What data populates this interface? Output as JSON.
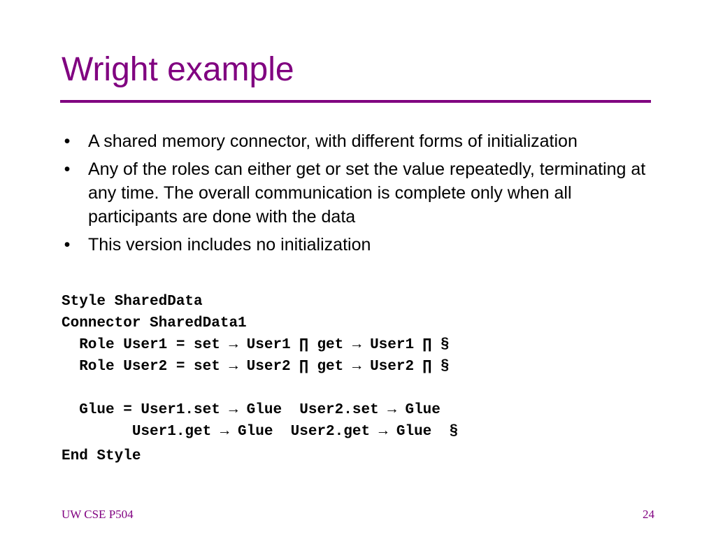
{
  "slide": {
    "title": "Wright example",
    "accent_color": "#800080",
    "bullet_symbol": "•",
    "bullets": [
      "A shared memory connector, with different forms of initialization",
      "Any of the roles can either get or set the value repeatedly, terminating at any time. The overall communication is complete only when all participants are done with the data",
      "This version includes no initialization"
    ],
    "code": [
      "Style SharedData",
      "Connector SharedData1",
      "  Role User1 = set → User1 ∏ get → User1 ∏ §",
      "  Role User2 = set → User2 ∏ get → User2 ∏ §",
      "",
      "  Glue = User1.set → Glue  User2.set → Glue",
      "        User1.get → Glue  User2.get → Glue  §",
      "End Style"
    ],
    "footer": {
      "left": "UW CSE P504",
      "page_number": "24"
    }
  }
}
